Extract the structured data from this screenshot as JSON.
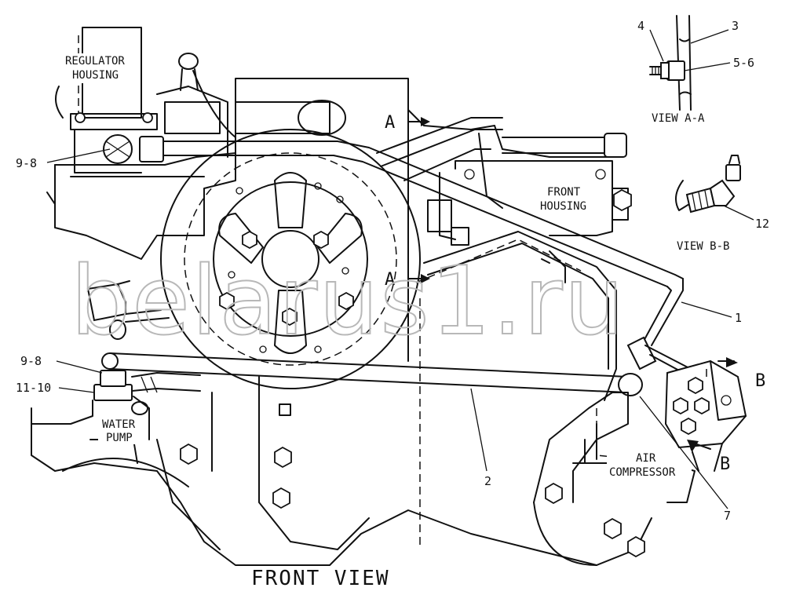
{
  "title": "FRONT VIEW",
  "watermark": "belarus1.ru",
  "views": {
    "view_aa": "VIEW A-A",
    "view_bb": "VIEW B-B",
    "section_a_top": "A",
    "section_a_bottom": "A",
    "section_b_top": "B",
    "section_b_bottom": "B"
  },
  "components": {
    "regulator_housing_1": "REGULATOR",
    "regulator_housing_2": "HOUSING",
    "front_housing_1": "FRONT",
    "front_housing_2": "HOUSING",
    "water_pump_1": "WATER",
    "water_pump_2": "PUMP",
    "air_compressor_1": "AIR",
    "air_compressor_2": "COMPRESSOR"
  },
  "callouts": {
    "c4": "4",
    "c3": "3",
    "c56": "5-6",
    "c12": "12",
    "c98_top": "9-8",
    "c98_bottom": "9-8",
    "c1110": "11-10",
    "c1": "1",
    "c2": "2",
    "c7": "7"
  }
}
